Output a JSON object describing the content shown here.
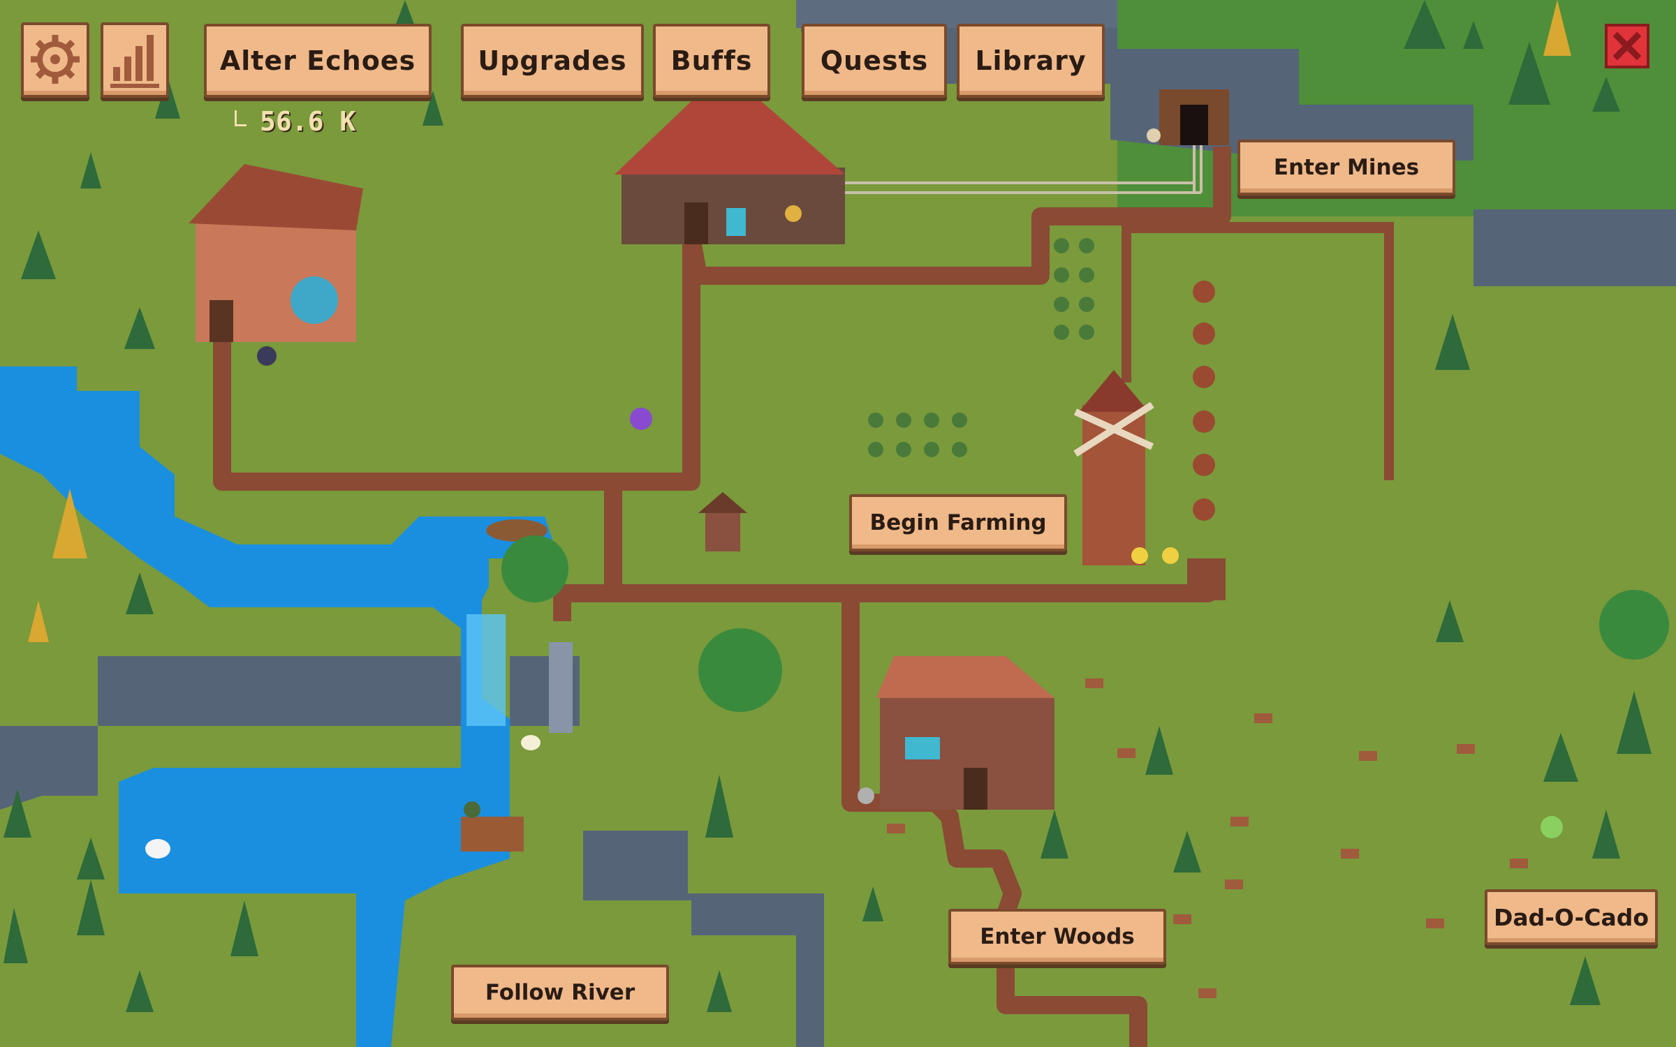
{
  "toolbar": {
    "settings_icon": "gear-icon",
    "stats_icon": "bar-chart-icon",
    "alter_echoes": "Alter Echoes",
    "upgrades": "Upgrades",
    "buffs": "Buffs",
    "quests": "Quests",
    "library": "Library",
    "close_icon": "close-icon"
  },
  "currency": {
    "value": "56.6 K"
  },
  "map_actions": {
    "enter_mines": "Enter Mines",
    "begin_farming": "Begin Farming",
    "enter_woods": "Enter Woods",
    "follow_river": "Follow River",
    "dad_o_cado": "Dad-O-Cado"
  },
  "colors": {
    "grass": "#7a9a3c",
    "dark_grass": "#4f8f3a",
    "water": "#1a8fe0",
    "stone": "#566478",
    "path": "#8a4a34",
    "button": "#f0b98a",
    "button_border": "#7a4a2c",
    "close": "#e0343a"
  }
}
